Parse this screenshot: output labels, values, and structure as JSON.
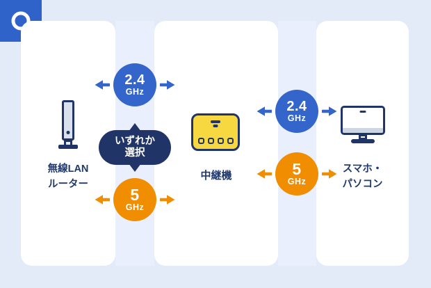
{
  "diagram": {
    "panels": {
      "router": {
        "label_lines": [
          "無線LAN",
          "ルーター"
        ]
      },
      "repeater": {
        "label": "中継機"
      },
      "devices": {
        "label_lines": [
          "スマホ・",
          "パソコン"
        ]
      }
    },
    "connectors": {
      "left": {
        "badge_24": {
          "value": "2.4",
          "unit": "GHz"
        },
        "selector": {
          "line1": "いずれか",
          "line2": "選択"
        },
        "badge_5": {
          "value": "5",
          "unit": "GHz"
        }
      },
      "right": {
        "badge_24": {
          "value": "2.4",
          "unit": "GHz"
        },
        "badge_5": {
          "value": "5",
          "unit": "GHz"
        }
      }
    },
    "colors": {
      "background": "#e3eaf8",
      "connector_band": "#e9effc",
      "panel": "#ffffff",
      "blue": "#3465cb",
      "orange": "#f18d00",
      "navy": "#203467",
      "yellow": "#f8d840"
    }
  }
}
